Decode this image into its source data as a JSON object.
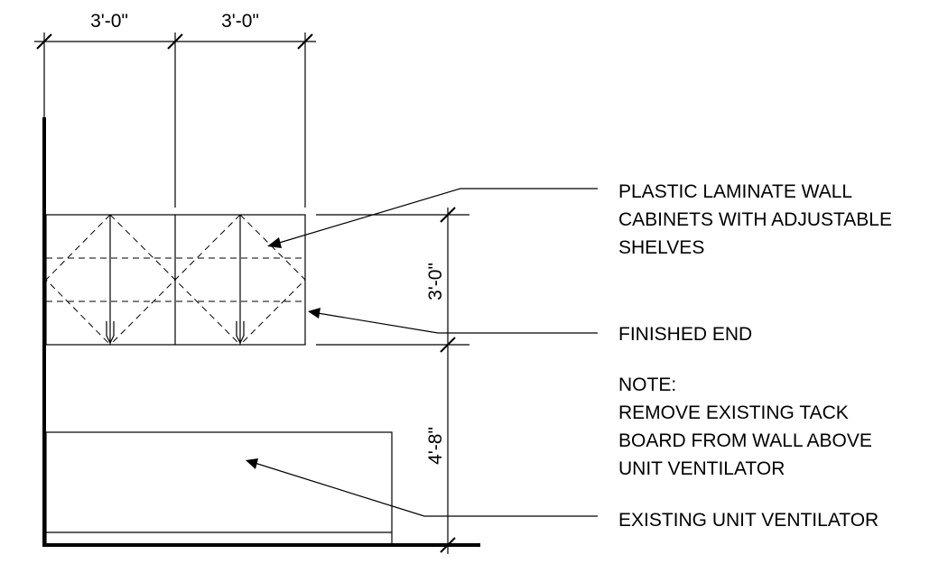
{
  "dimensions": {
    "top_left": "3'-0\"",
    "top_right": "3'-0\"",
    "vertical_upper": "3'-0\"",
    "vertical_lower": "4'-8\""
  },
  "notes": {
    "wall_cabinets": [
      "PLASTIC LAMINATE WALL",
      "CABINETS WITH ADJUSTABLE",
      "SHELVES"
    ],
    "finished_end": "FINISHED END",
    "note_header": "NOTE:",
    "note_body": [
      "REMOVE EXISTING TACK",
      "BOARD FROM WALL ABOVE",
      "UNIT VENTILATOR"
    ],
    "unit_ventilator": "EXISTING UNIT VENTILATOR"
  }
}
